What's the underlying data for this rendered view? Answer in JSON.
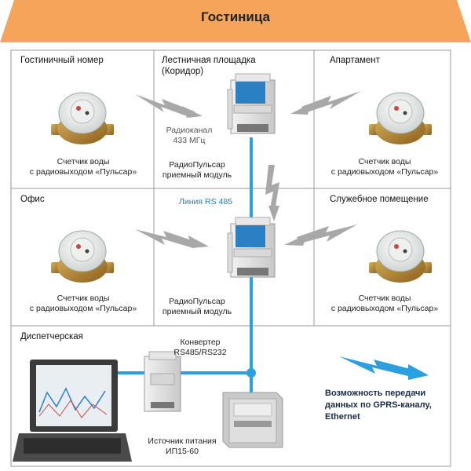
{
  "title": "Гостиница",
  "zones": {
    "hotel_room": "Гостиничный номер",
    "stairs": "Лестничная площадка\n(Коридор)",
    "apartment": "Апартамент",
    "office": "Офис",
    "service_room": "Служебное помещение",
    "dispatch": "Диспетчерская"
  },
  "captions": {
    "meter": "Счетчик воды\nс радиовыходом «Пульсар»",
    "receiver": "РадиоПульсар\nприемный модуль",
    "radio_channel": "Радиоканал\n433 МГц",
    "bus": "Линия RS 485",
    "converter": "Конвертер\nRS485/RS232",
    "power": "Источник питания\nИП15-60",
    "gprs_note": "Возможность передачи\nданных по GPRS-каналу,\nEthernet"
  },
  "colors": {
    "banner": "#f5a45a",
    "bus": "#2aa0e0",
    "grid": "#9a9a9a",
    "arrow": "#a8a8a8"
  },
  "icons": [
    "water-meter-icon",
    "receiver-module-icon",
    "converter-icon",
    "power-supply-icon",
    "laptop-icon",
    "zigzag-arrow-icon"
  ]
}
